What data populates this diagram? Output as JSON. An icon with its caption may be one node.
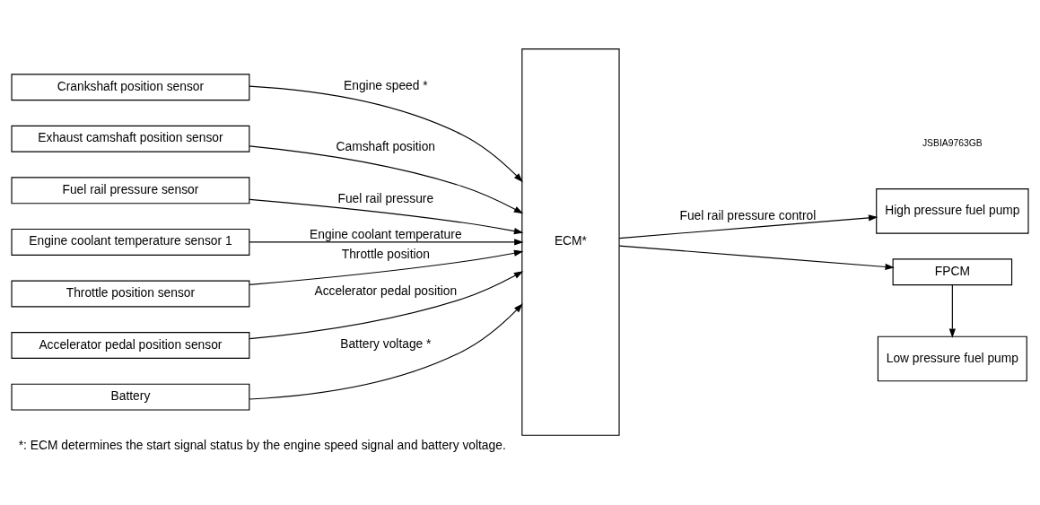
{
  "diagram": {
    "caption": "*: ECM determines the start signal status by the engine speed signal and battery voltage.",
    "nodes": [
      {
        "text": [
          "Crankshaft position sensor"
        ]
      },
      {
        "text": [
          "Exhaust camshaft position sensor"
        ]
      },
      {
        "text": [
          "Fuel rail pressure sensor"
        ]
      },
      {
        "text": [
          "Engine coolant temperature sensor 1"
        ]
      },
      {
        "text": [
          "Throttle position sensor"
        ]
      },
      {
        "text": [
          "Accelerator pedal position sensor"
        ]
      },
      {
        "text": [
          "Battery"
        ]
      },
      {
        "text": [
          "ECM*"
        ]
      },
      {
        "text": [
          "High pressure fuel pump"
        ]
      },
      {
        "text": [
          "FPCM"
        ]
      },
      {
        "text": [
          "Low pressure fuel pump"
        ]
      }
    ],
    "edges": [
      {
        "from": 0,
        "to": 7,
        "arrow": "to",
        "label": "Engine speed *"
      },
      {
        "from": 1,
        "to": 7,
        "arrow": "to",
        "label": "Camshaft position"
      },
      {
        "from": 2,
        "to": 7,
        "arrow": "to",
        "label": "Fuel rail pressure"
      },
      {
        "from": 3,
        "to": 7,
        "arrow": "to",
        "label": "Engine coolant temperature"
      },
      {
        "from": 4,
        "to": 7,
        "arrow": "to",
        "label": "Throttle position"
      },
      {
        "from": 5,
        "to": 7,
        "arrow": "to",
        "label": "Accelerator pedal position"
      },
      {
        "from": 6,
        "to": 7,
        "arrow": "to",
        "label": "Battery voltage *"
      },
      {
        "from": 7,
        "to": 8,
        "arrow": "to",
        "label": "Fuel rail pressure control"
      },
      {
        "from": 7,
        "to": 9,
        "arrow": "to"
      },
      {
        "from": 9,
        "to": 10,
        "arrow": "to"
      }
    ],
    "labels": [
      "JSBIA9763GB"
    ]
  }
}
